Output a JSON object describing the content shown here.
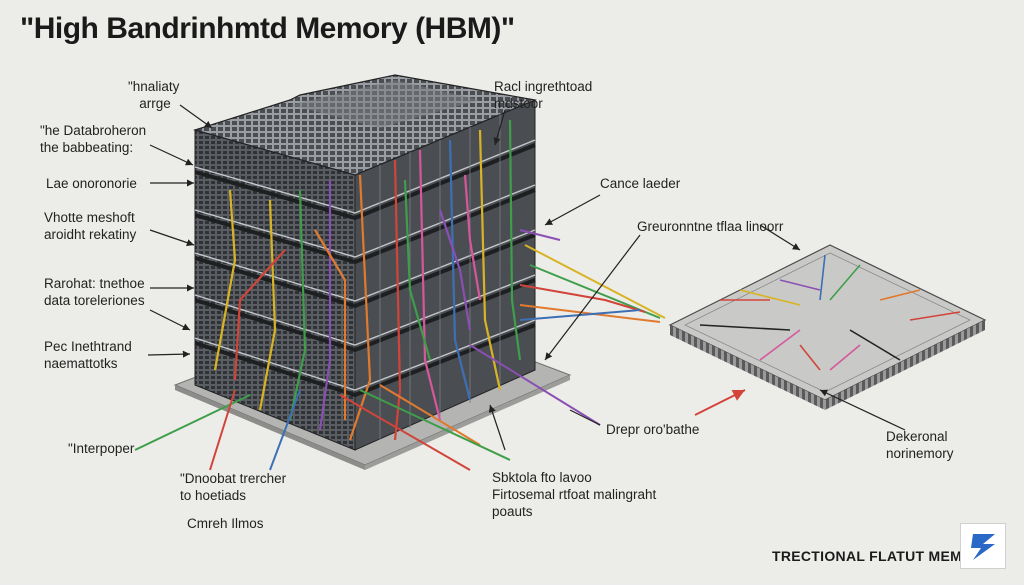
{
  "title": "\"High Bandrinhmtd Memory (HBM)\"",
  "labels": {
    "top_array": "\"hnaliaty\n   arrge",
    "top_right": "Racl ingrethtoad\nmdstoor",
    "data_loc": "\"he Databroheron\nthe babbeating:",
    "lae": "Lae onoronorie",
    "vhotte": "Vhotte meshoft\naroidht rekatiny",
    "rarohat": "Rarohat: tnethoe\ndata toreleriones",
    "pec": "Pec Inethtrand\nnaemattotks",
    "interposer": "\"Interpoper",
    "cance": "Cance laeder",
    "greuronne": "Greuronntne tflaa linoorr",
    "drepr": "Drepr oro'bathe",
    "dnoobat": "\"Dnoobat trercher\nto hoetiads",
    "sbktola": "Sbktola fto lavoo\nFirtosemal rtfoat malingraht\npoauts",
    "cmreh": "Cmreh Ilmos",
    "dekerenal": "Dekeronal\nnorinemory"
  },
  "brand": "TRECTIONAL FLATUT MEMO",
  "colors": {
    "background": "#ecece8",
    "stack_dark": "#3a3d41",
    "stack_mid": "#6f7378",
    "stack_light": "#b9bcc0",
    "interposer": "#b4b4b2",
    "chip": "#c9cac8",
    "wire_yellow": "#d8b425",
    "wire_green": "#3e9e4a",
    "wire_purple": "#8a4fb3",
    "wire_orange": "#e07a2e",
    "wire_red": "#d2443a",
    "wire_pink": "#d6579b",
    "wire_blue": "#3d6fb4",
    "logo_blue": "#2a68c8"
  }
}
